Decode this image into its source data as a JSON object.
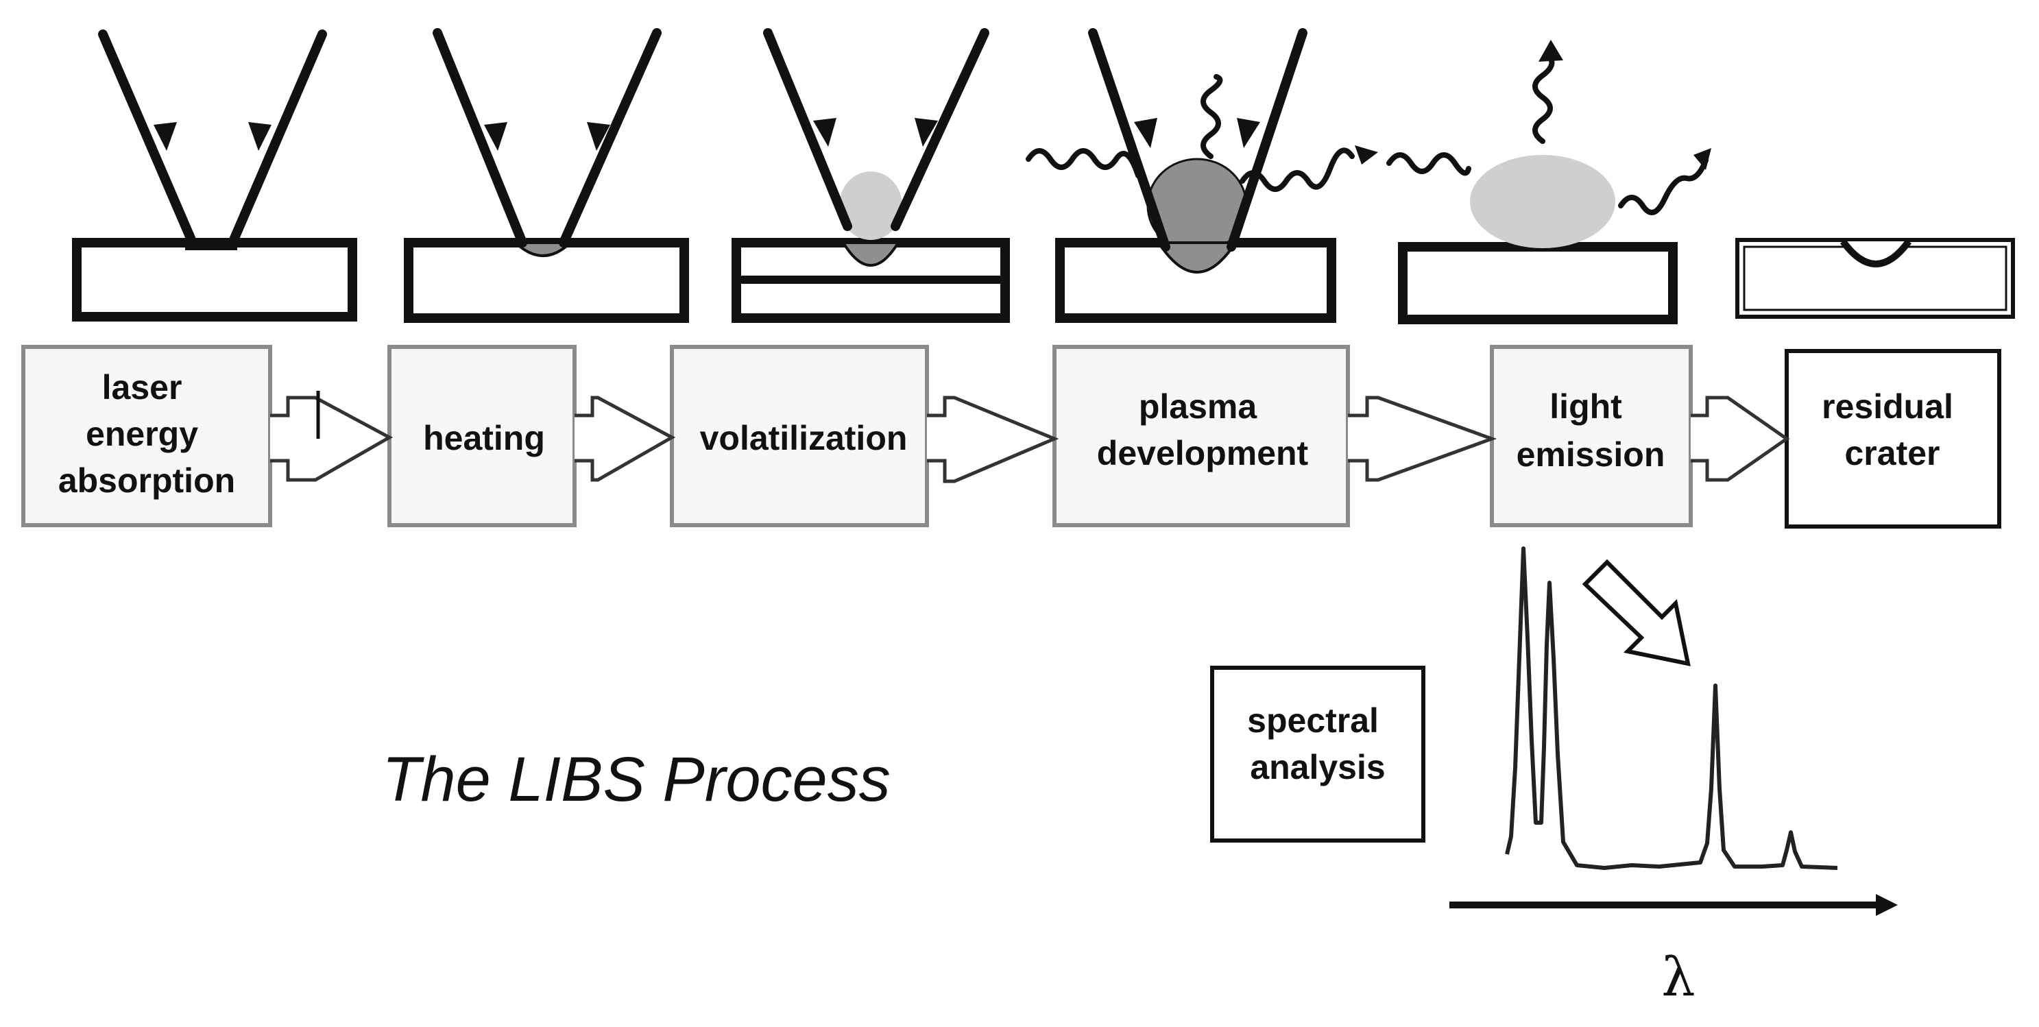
{
  "title": "The LIBS Process",
  "stages": [
    {
      "id": "laser-energy-absorption",
      "lines": [
        "laser",
        "energy",
        "absorption"
      ]
    },
    {
      "id": "heating",
      "lines": [
        "heating"
      ]
    },
    {
      "id": "volatilization",
      "lines": [
        "volatilization"
      ]
    },
    {
      "id": "plasma-development",
      "lines": [
        "plasma",
        "development"
      ]
    },
    {
      "id": "light-emission",
      "lines": [
        "light",
        "emission"
      ]
    },
    {
      "id": "residual-crater",
      "lines": [
        "residual",
        "crater"
      ]
    }
  ],
  "analysis": {
    "lines": [
      "spectral",
      "analysis"
    ]
  },
  "spectrum": {
    "axis_symbol": "λ"
  },
  "colors": {
    "ink": "#111111",
    "box_fill": "#f7f7f7",
    "box_stroke": "#8a8a8a",
    "plume_light": "#cfcfcf",
    "plume_dark": "#8f8f8f"
  }
}
